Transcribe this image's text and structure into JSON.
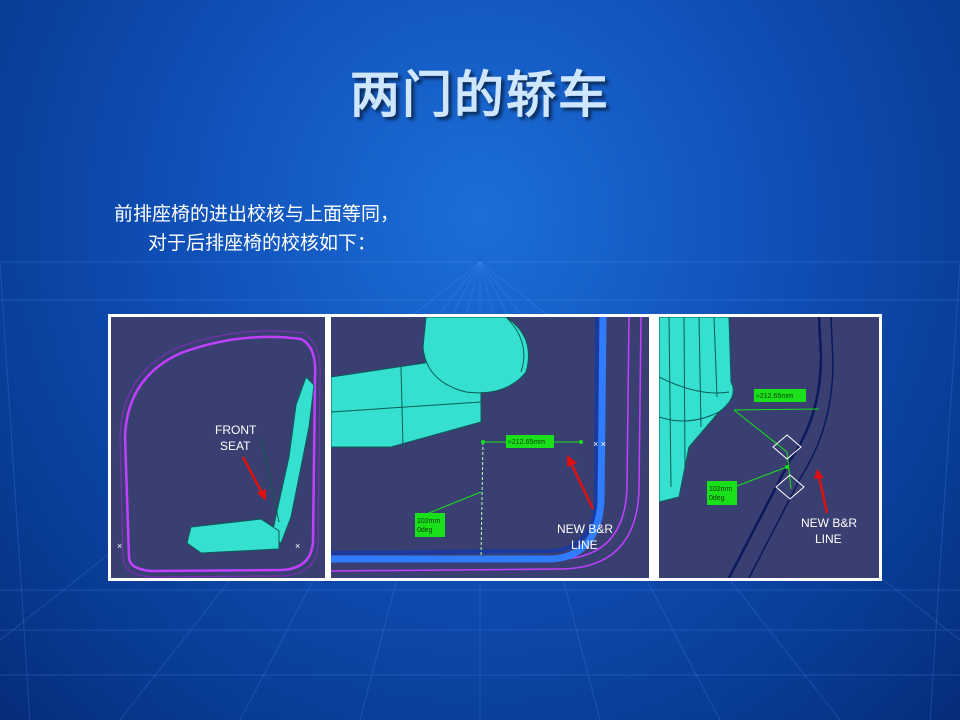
{
  "slide": {
    "title": "两门的轿车",
    "body_line1": "前排座椅的进出校核与上面等同，",
    "body_line2": "对于后排座椅的校核如下："
  },
  "figure": {
    "panel1": {
      "label_line1": "FRONT",
      "label_line2": "SEAT"
    },
    "panel2": {
      "dim_top": "≈212.65mm",
      "dim_low_line1": "102mm",
      "dim_low_line2": "0deg",
      "label_line1": "NEW B&R",
      "label_line2": "LINE"
    },
    "panel3": {
      "dim_top": "≈212.65mm",
      "dim_low_line1": "102mm",
      "dim_low_line2": "0deg",
      "label_line1": "NEW B&R",
      "label_line2": "LINE"
    }
  },
  "colors": {
    "background": "#0f4fb6",
    "title": "#cfe6ff",
    "seat": "#35e0d0",
    "profile": "#b33cf0",
    "dimension_box": "#19e019",
    "arrow": "#e01010",
    "panel_bg": "#3a3f72"
  }
}
